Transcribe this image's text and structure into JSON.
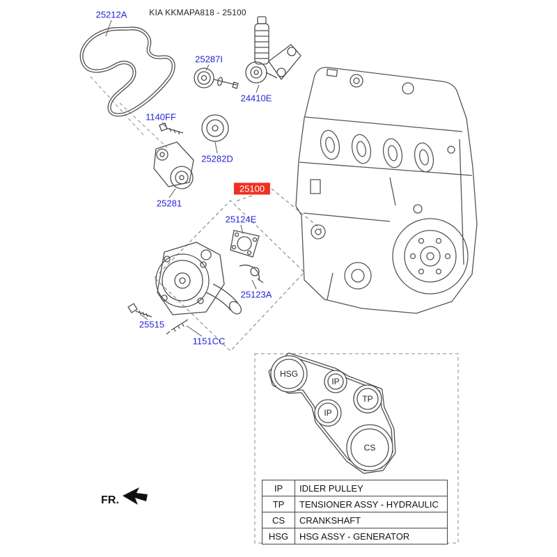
{
  "header": {
    "title": "KIA KKMAPA818 - 25100"
  },
  "labels": {
    "25212A": "25212A",
    "25287I": "25287I",
    "24410E": "24410E",
    "1140FF": "1140FF",
    "25282D": "25282D",
    "25281": "25281",
    "25100": "25100",
    "25124E": "25124E",
    "25123A": "25123A",
    "25515": "25515",
    "1151CC": "1151CC"
  },
  "belt_diagram": {
    "hsg": "HSG",
    "ip_top": "IP",
    "tp": "TP",
    "ip_left": "IP",
    "cs": "CS"
  },
  "legend": {
    "rows": [
      {
        "code": "IP",
        "desc": "IDLER PULLEY"
      },
      {
        "code": "TP",
        "desc": "TENSIONER ASSY - HYDRAULIC"
      },
      {
        "code": "CS",
        "desc": "CRANKSHAFT"
      },
      {
        "code": "HSG",
        "desc": "HSG ASSY - GENERATOR"
      }
    ]
  },
  "footer": {
    "fr": "FR."
  },
  "colors": {
    "part_label_blue": "#2424d8",
    "highlight_red": "#f03024",
    "line_gray": "#4d4d4d"
  }
}
